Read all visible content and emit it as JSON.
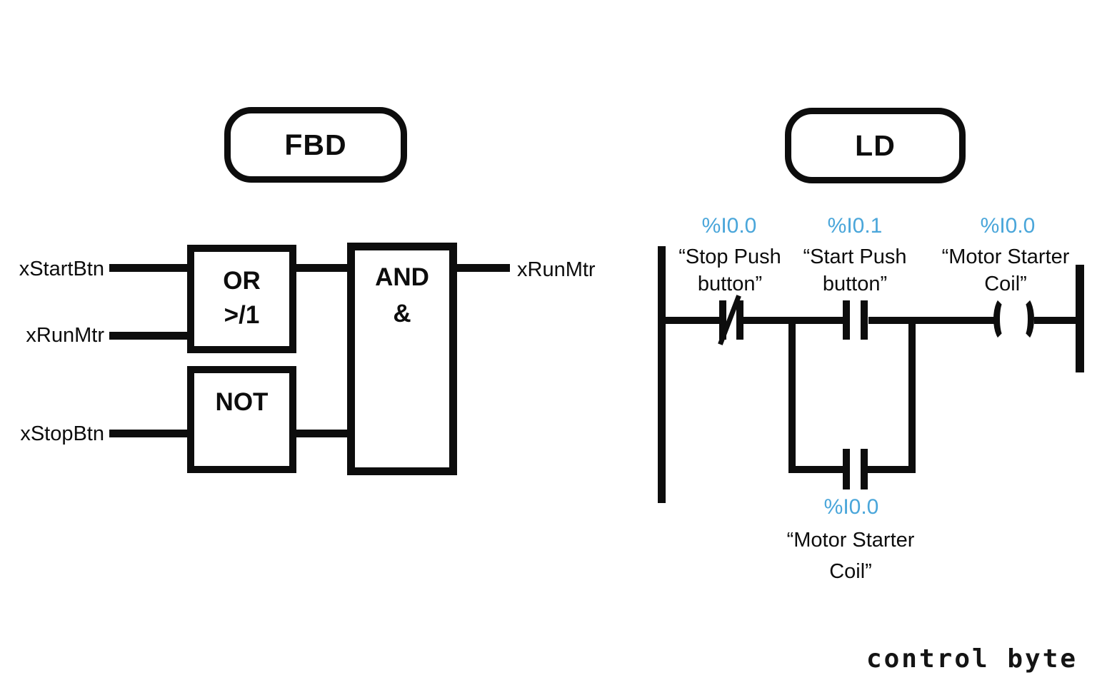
{
  "colors": {
    "ink": "#0d0d0d",
    "accent_blue": "#4aa6da"
  },
  "fbd": {
    "title": "FBD",
    "inputs": [
      {
        "label": "xStartBtn"
      },
      {
        "label": "xRunMtr"
      },
      {
        "label": "xStopBtn"
      }
    ],
    "blocks": [
      {
        "name": "or-block",
        "lines": [
          "OR",
          ">/1"
        ]
      },
      {
        "name": "not-block",
        "lines": [
          "NOT"
        ]
      },
      {
        "name": "and-block",
        "lines": [
          "AND",
          "&"
        ]
      }
    ],
    "output_label": "xRunMtr"
  },
  "ld": {
    "title": "LD",
    "elements": [
      {
        "type": "nc-contact",
        "address": "%I0.0",
        "tag_lines": [
          "“Stop Push",
          "button”"
        ]
      },
      {
        "type": "no-contact",
        "address": "%I0.1",
        "tag_lines": [
          "“Start Push",
          "button”"
        ]
      },
      {
        "type": "coil",
        "address": "%I0.0",
        "tag_lines": [
          "“Motor Starter",
          "Coil”"
        ]
      },
      {
        "type": "no-contact-branch",
        "address": "%I0.0",
        "tag_lines": [
          "“Motor Starter",
          "Coil”"
        ]
      }
    ]
  },
  "branding": {
    "logo_text": "control byte"
  }
}
